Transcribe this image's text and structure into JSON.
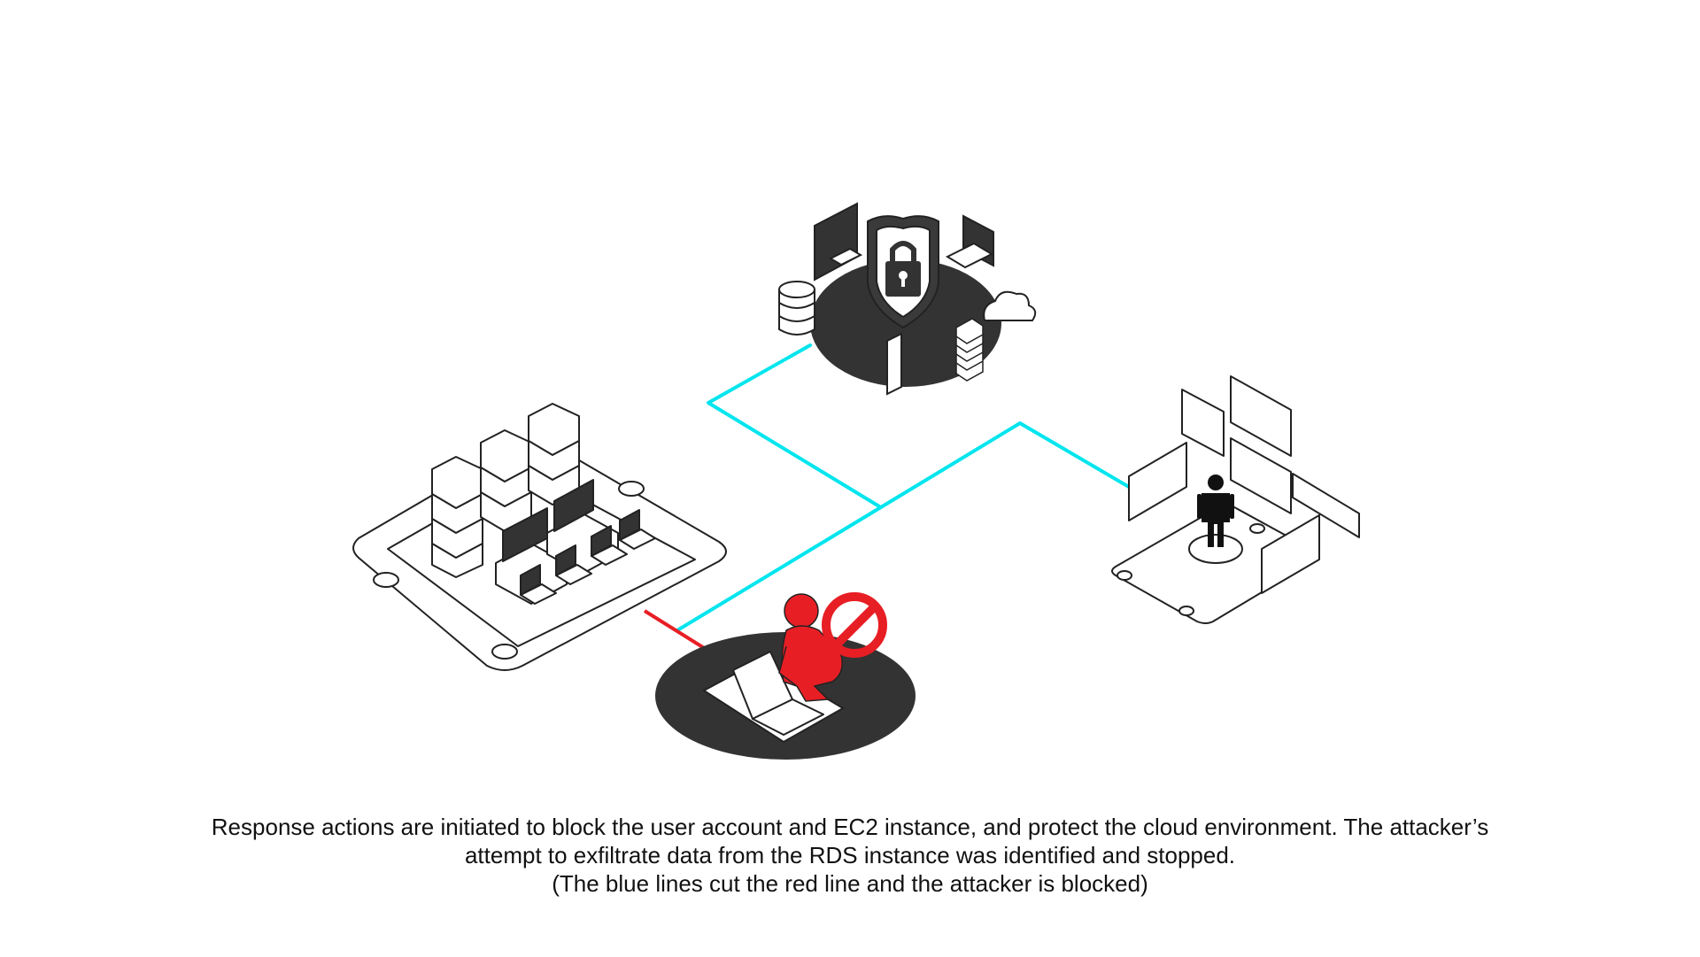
{
  "caption": {
    "line1": "Response actions are initiated to block the user account and EC2 instance, and protect the cloud environment. The attacker’s",
    "line2": "attempt to exfiltrate data from the RDS instance was identified and stopped.",
    "line3": "(The blue lines cut the red line and the attacker is blocked)"
  },
  "colors": {
    "protection_line": "#00e5ee",
    "attack_line": "#e81e25",
    "attacker": "#e81e25",
    "dark_platform": "#333333",
    "user_figure": "#111111",
    "outline": "#222222"
  },
  "icons": {
    "security_hub": "shield-lock-icon",
    "data_center": "server-racks-icon",
    "attacker": "attacker-laptop-icon",
    "blocked": "prohibited-icon",
    "user_workspace": "user-with-screens-icon"
  }
}
